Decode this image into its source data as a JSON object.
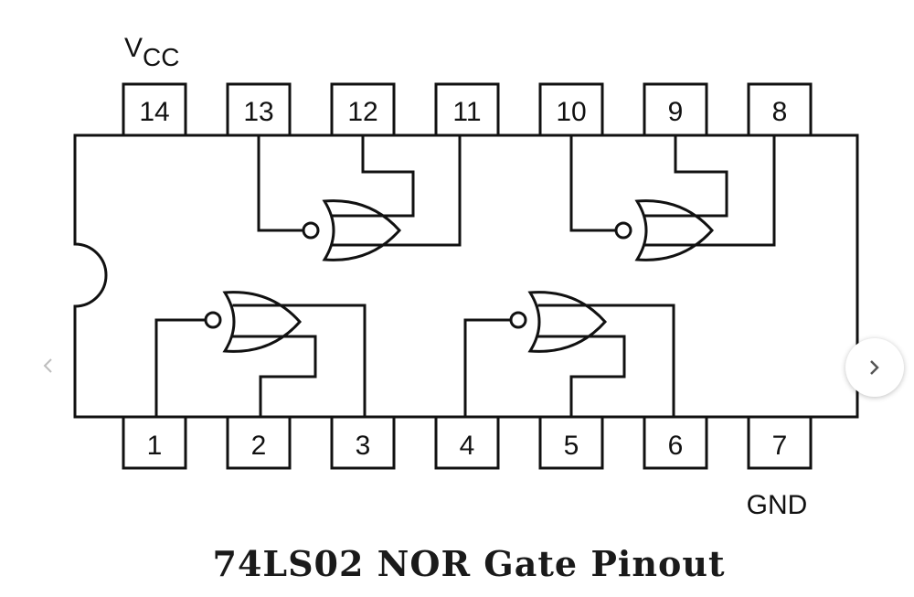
{
  "diagram": {
    "vcc_label": {
      "main": "V",
      "sub": "CC"
    },
    "gnd_label": "GND",
    "caption": "74LS02 NOR Gate Pinout",
    "top_pins": [
      "14",
      "13",
      "12",
      "11",
      "10",
      "9",
      "8"
    ],
    "bottom_pins": [
      "1",
      "2",
      "3",
      "4",
      "5",
      "6",
      "7"
    ],
    "line_color": "#111111"
  },
  "carousel": {
    "prev_icon": "chevron-left-icon",
    "next_icon": "chevron-right-icon"
  }
}
